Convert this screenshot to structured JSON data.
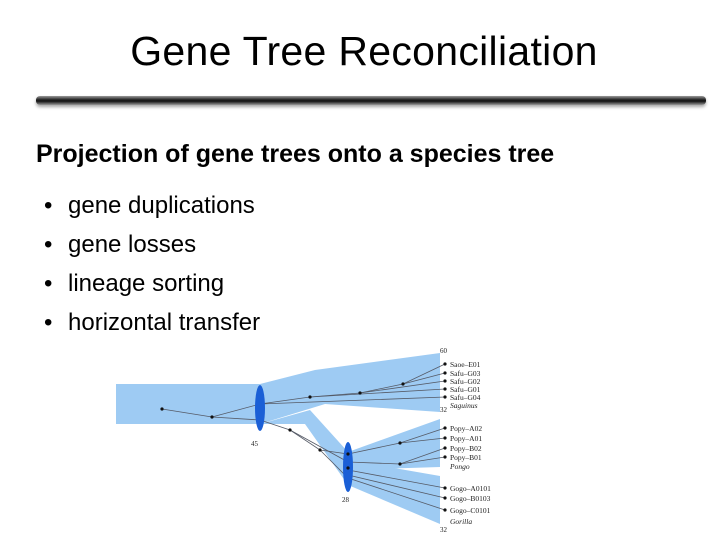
{
  "slide": {
    "title": "Gene Tree Reconciliation",
    "subheading": "Projection of gene trees onto a species tree",
    "bullets": [
      "gene duplications",
      "gene losses",
      "lineage sorting",
      "horizontal transfer"
    ]
  },
  "diagram": {
    "numbers": {
      "top": "60",
      "saguinus_bottom": "32",
      "dup1": "45",
      "dup2": "28",
      "gorilla_bottom": "32"
    },
    "groups": {
      "saguinus": {
        "name": "Saguinus",
        "leaves": [
          "Saoe–E01",
          "Safu–G03",
          "Safu–G02",
          "Safu–G01",
          "Safu–G04"
        ]
      },
      "pongo": {
        "name": "Pongo",
        "leaves": [
          "Popy–A02",
          "Popy–A01",
          "Popy–B02",
          "Popy–B01"
        ]
      },
      "gorilla": {
        "name": "Gorilla",
        "leaves": [
          "Gogo–A0101",
          "Gogo–B0103",
          "Gogo–C0101"
        ]
      }
    },
    "colors": {
      "species_tree": "#9ecbf3",
      "duplication_marker": "#1a5fd6",
      "gene_tree_line": "#555a66"
    }
  }
}
